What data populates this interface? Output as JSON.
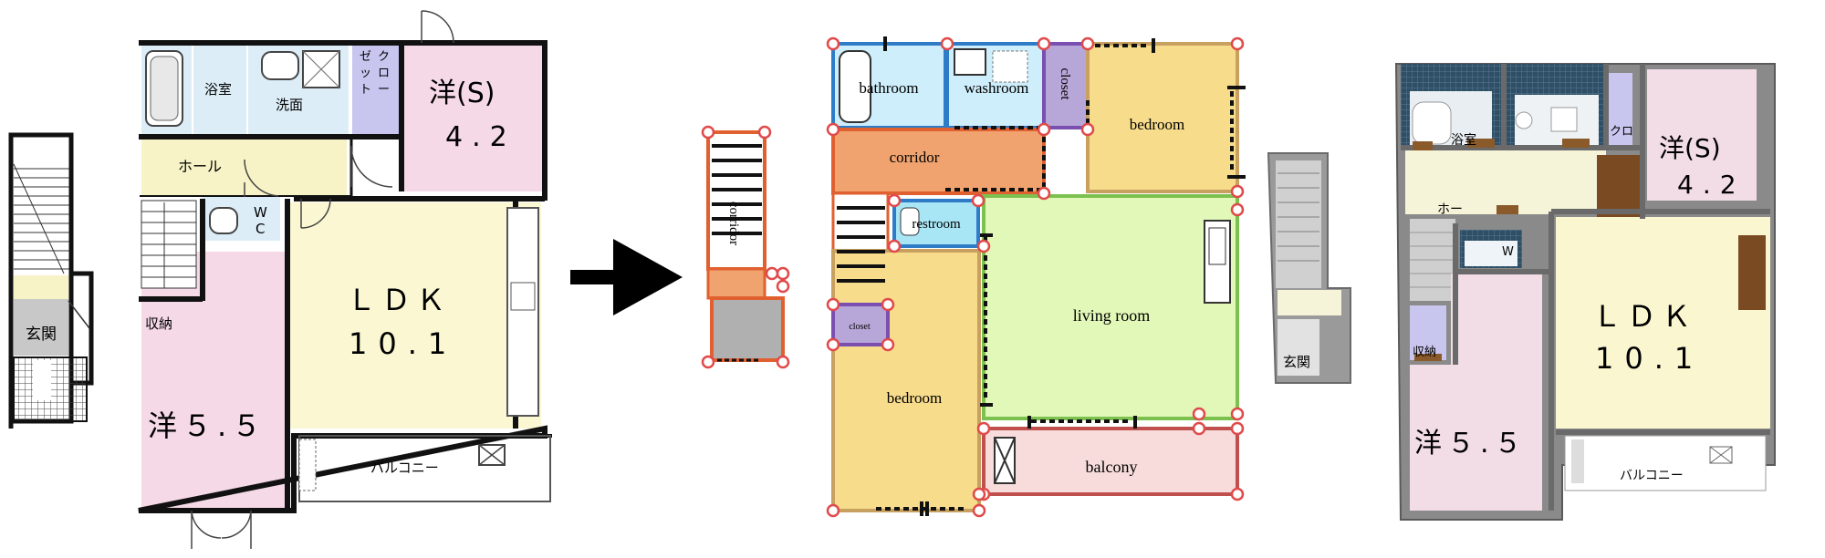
{
  "panel_original": {
    "rooms": {
      "bath": "浴室",
      "wash": "洗面",
      "closet_vertical": [
        "ク",
        "ロ",
        "ー",
        "ゼ",
        "ッ",
        "ト"
      ],
      "room_s": "洋(S)",
      "room_s_size": "4.2",
      "hall": "ホール",
      "wc_top": "W",
      "wc_bottom": "C",
      "ldk": "ＬＤＫ",
      "ldk_size": "10.1",
      "storage": "収納",
      "western": "洋５.５",
      "balcony": "バルコニー"
    },
    "entrance_label": "玄関"
  },
  "panel_annotated": {
    "labels": {
      "bathroom": "bathroom",
      "washroom": "washroom",
      "closet_top": "closet",
      "bedroom_top": "bedroom",
      "corridor": "corridor",
      "restroom": "restroom",
      "living_room": "living room",
      "closet_small": "closet",
      "bedroom_bottom": "bedroom",
      "balcony": "balcony"
    },
    "stair_label": "corridor",
    "colors": {
      "bathroom": "#cdeefa",
      "washroom": "#cdeefa",
      "closet": "#b7a6d8",
      "bedroom": "#f7dc8c",
      "corridor": "#f0a36e",
      "restroom": "#a8e6f5",
      "living_room": "#e2f8b8",
      "balcony": "#f8dcdc",
      "entrance": "#b0b0b0",
      "corner": "#e04a4a"
    }
  },
  "panel_3d": {
    "labels": {
      "bath": "浴室",
      "closet": "クロ",
      "room_s": "洋(S)",
      "room_s_size": "4.2",
      "hall": "ホー",
      "wc": "W",
      "storage": "収納",
      "ldk": "ＬＤＫ",
      "ldk_size": "10.1",
      "western": "洋５.５",
      "balcony": "バルコニー"
    },
    "entrance_label": "玄関"
  }
}
